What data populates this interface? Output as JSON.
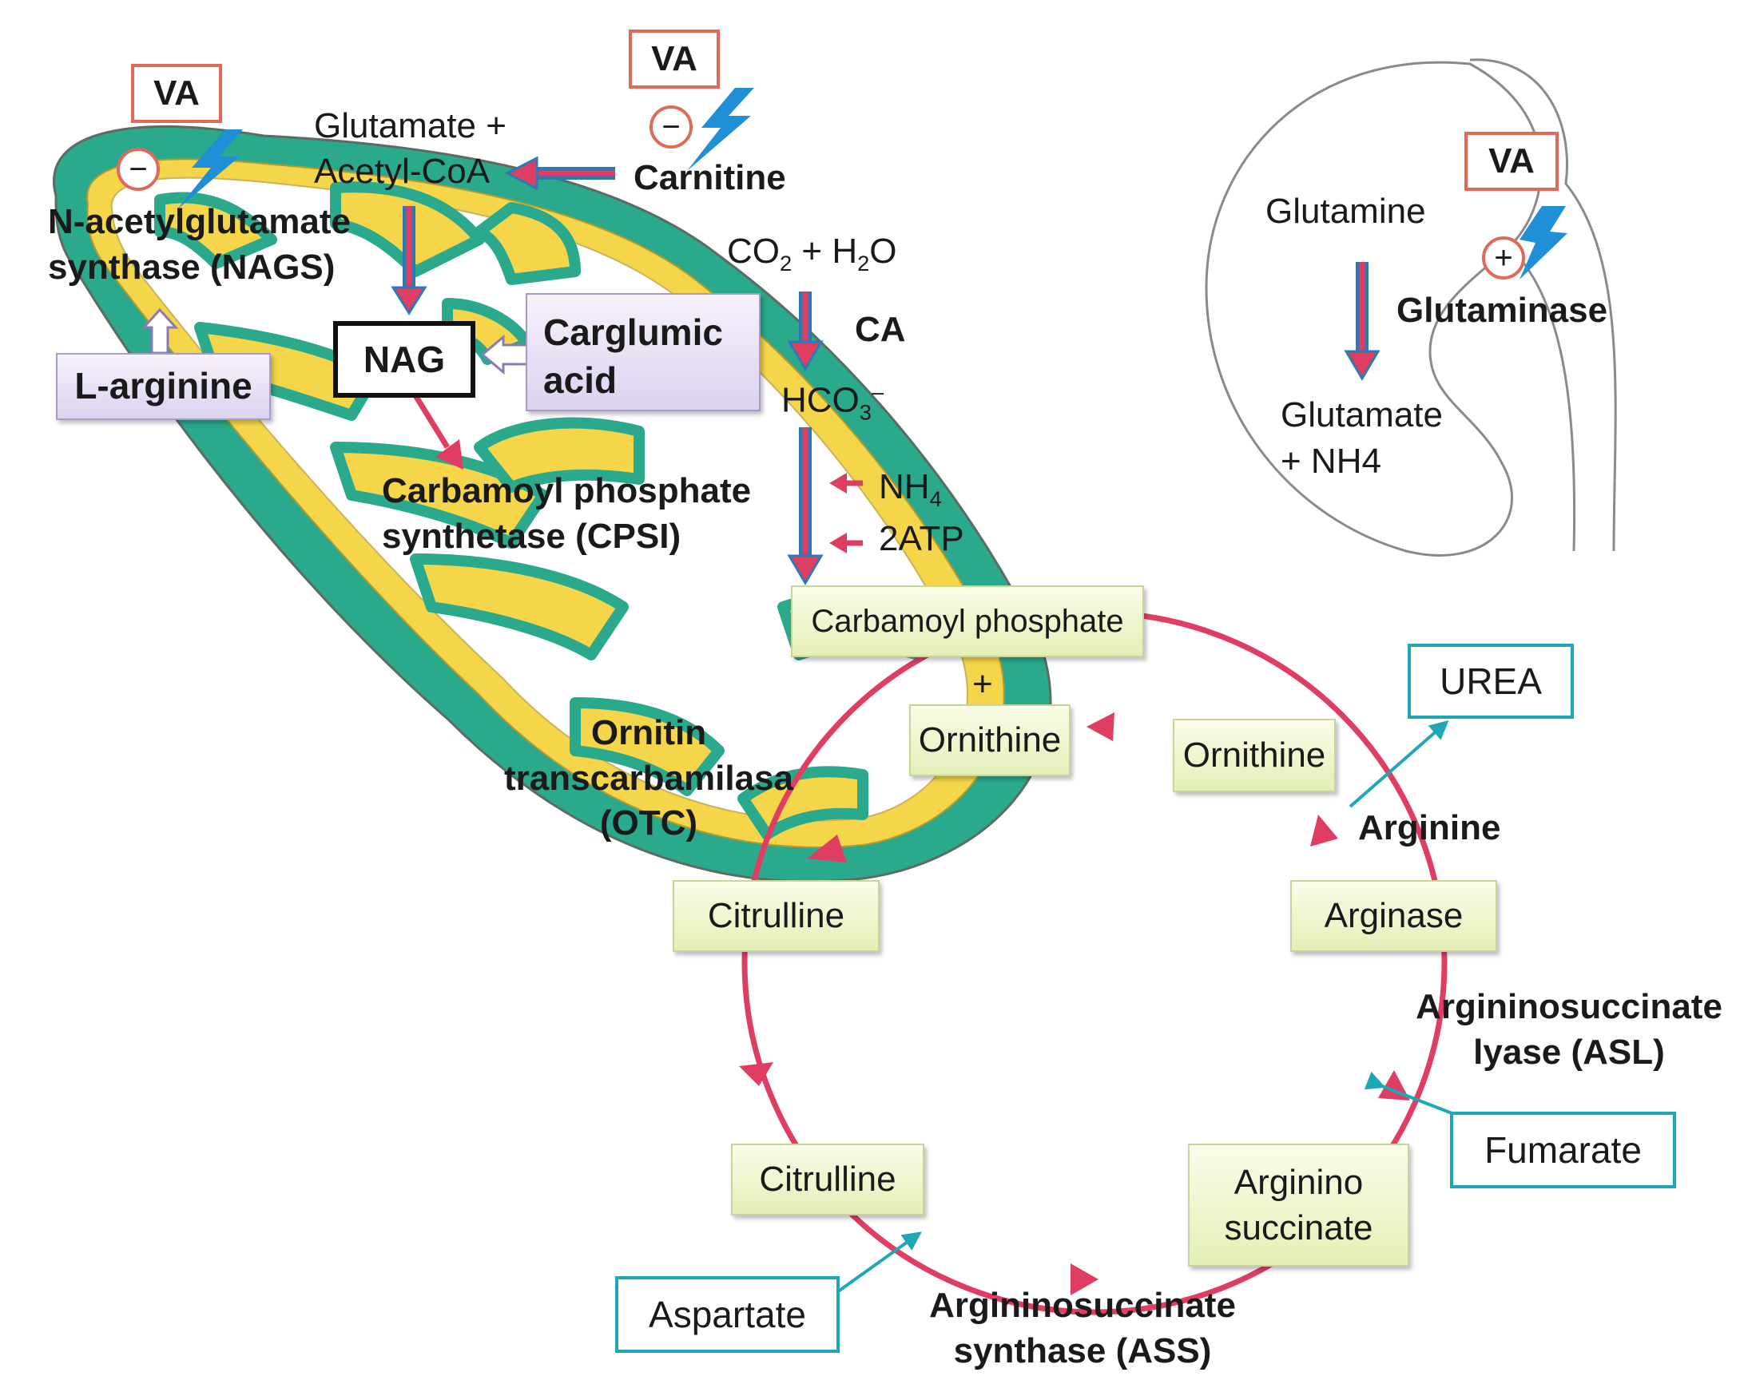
{
  "mitochondrion": {
    "glutamate_acetylcoa": [
      "Glutamate +",
      "Acetyl-CoA"
    ],
    "carnitine": "Carnitine",
    "nags": [
      "N-acetylglutamate",
      "synthase (NAGS)"
    ],
    "l_arginine": "L-arginine",
    "nag": "NAG",
    "carglumic_acid": [
      "Carglumic",
      "acid"
    ],
    "co2_h2o": {
      "a": "CO",
      "sub1": "2",
      "b": " + H",
      "sub2": "2",
      "c": "O"
    },
    "ca": "CA",
    "hco3": {
      "a": "HCO",
      "sub": "3",
      "sup": "–"
    },
    "nh4": {
      "a": "NH",
      "sub": "4"
    },
    "atp": "2ATP",
    "cps1": [
      "Carbamoyl phosphate",
      "synthetase (CPSI)"
    ],
    "carbamoyl_phosphate": "Carbamoyl phosphate",
    "plus": "+",
    "ornithine_inner": "Ornithine",
    "otc": [
      "Ornitin",
      "transcarbamilasa",
      "(OTC)"
    ],
    "citrulline_inner": "Citrulline"
  },
  "va_labels": [
    "VA",
    "VA",
    "VA"
  ],
  "signs": {
    "minus": "−",
    "plus": "+"
  },
  "kidney": {
    "glutamine": "Glutamine",
    "glutaminase": "Glutaminase",
    "glutamate": "Glutamate",
    "nh4": "+ NH4"
  },
  "cycle": {
    "ornithine_outer": "Ornithine",
    "urea": "UREA",
    "arginine": "Arginine",
    "arginase": "Arginase",
    "asl": [
      "Argininosuccinate",
      "lyase (ASL)"
    ],
    "fumarate": "Fumarate",
    "argininosuccinate": [
      "Arginino",
      "succinate"
    ],
    "citrulline_outer": "Citrulline",
    "aspartate": "Aspartate",
    "ass": [
      "Argininosuccinate",
      "synthase (ASS)"
    ]
  },
  "colors": {
    "mito_outer": "#2aa98c",
    "mito_inner": "#f5d64a",
    "red_arrow": "#e03d63",
    "blue_arrow": "#2a7bb5",
    "cyan": "#1fa7b5",
    "va_red": "#e06a5a",
    "lightning": "#1f8fd6",
    "purple": "#a99bc8"
  },
  "icons": [
    "lightning-icon",
    "minus-sign-icon",
    "plus-sign-icon",
    "kidney-outline"
  ]
}
